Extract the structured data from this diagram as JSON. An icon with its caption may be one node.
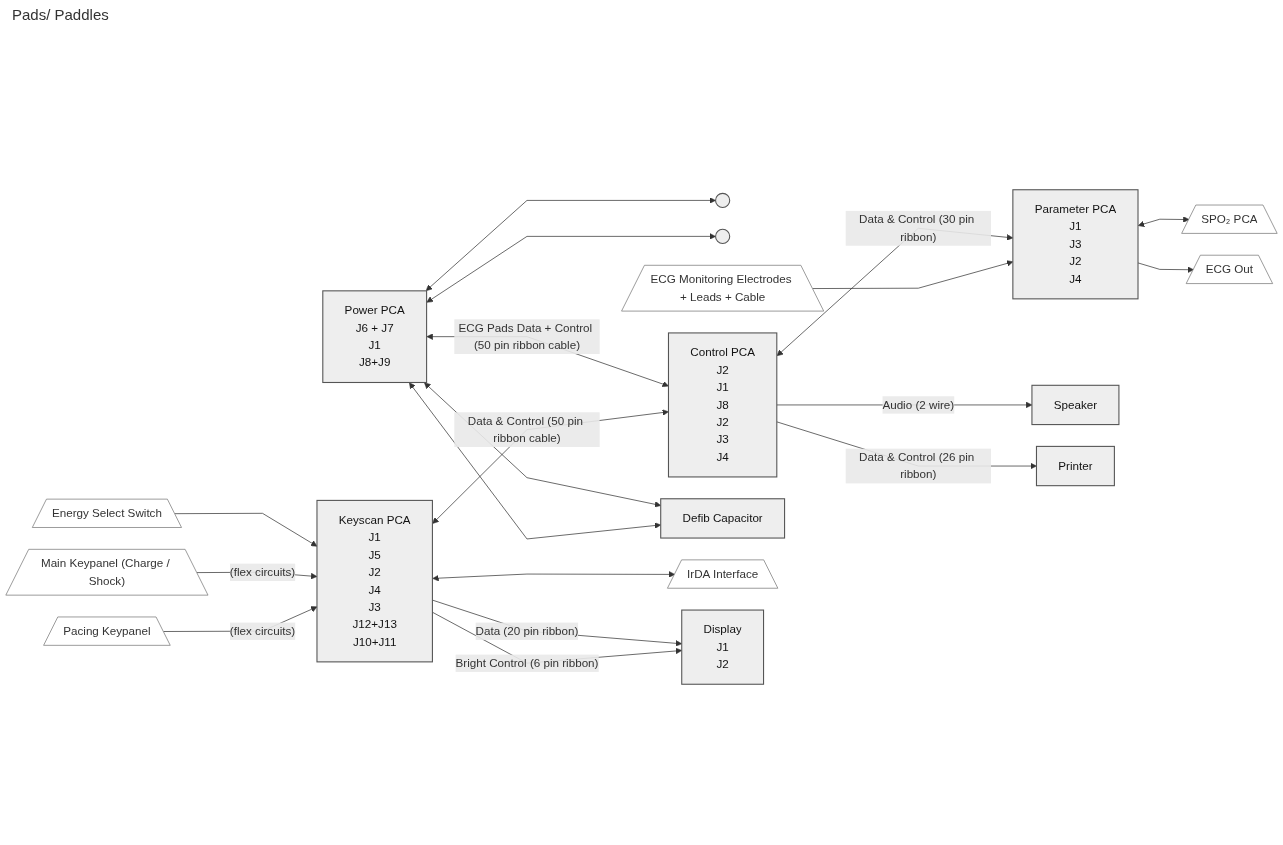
{
  "diagram": {
    "nodes": [
      {
        "text": [],
        "shape": "circle"
      },
      {
        "text": [],
        "shape": "circle"
      },
      {
        "text": [
          "Power PCA",
          "J6 + J7",
          "J1",
          "J8+J9"
        ]
      },
      {
        "text": [
          "Control PCA",
          "J2",
          "J1",
          "J8",
          "J2",
          "J3",
          "J4"
        ]
      },
      {
        "text": [
          "Parameter PCA",
          "J1",
          "J3",
          "J2",
          "J4"
        ]
      },
      {
        "text": [
          "SPO₂ PCA"
        ]
      },
      {
        "text": [
          "ECG Monitoring Electrodes + Leads + Cable"
        ]
      },
      {
        "text": [
          "ECG Out"
        ]
      },
      {
        "text": [
          "Defib Capacitor"
        ]
      },
      {
        "text": [
          "Speaker"
        ]
      },
      {
        "text": [
          "IrDA Interface"
        ]
      },
      {
        "text": [
          "Energy Select Switch"
        ]
      },
      {
        "text": [
          "Keyscan PCA",
          "J1",
          "J5",
          "J2",
          "J4",
          "J3",
          "J12+J13",
          "J10+J11"
        ]
      },
      {
        "text": [
          "Display",
          "J1",
          "J2"
        ]
      },
      {
        "text": [
          "Printer"
        ]
      },
      {
        "text": [
          "Main Keypanel (Charge / Shock)"
        ]
      },
      {
        "text": [
          "Pacing Keypanel"
        ]
      }
    ],
    "edges": [
      {
        "from": 2,
        "to": 0,
        "arrow": "both"
      },
      {
        "from": 2,
        "to": 1,
        "arrow": "both"
      },
      {
        "from": 2,
        "to": 3,
        "arrow": "both",
        "label": "ECG Pads Data + Control (50 pin ribbon cable)"
      },
      {
        "from": 2,
        "to": 8,
        "arrow": "both"
      },
      {
        "from": 2,
        "to": 8,
        "arrow": "both"
      },
      {
        "from": 3,
        "to": 4,
        "arrow": "both",
        "label": "Data & Control (30 pin ribbon)"
      },
      {
        "from": 4,
        "to": 5,
        "arrow": "both"
      },
      {
        "from": 6,
        "to": 4,
        "arrow": "to"
      },
      {
        "from": 4,
        "to": 7,
        "arrow": "to"
      },
      {
        "from": 3,
        "to": 9,
        "arrow": "to",
        "label": "Audio (2 wire)"
      },
      {
        "from": 3,
        "to": 14,
        "arrow": "to",
        "label": "Data & Control (26 pin ribbon)"
      },
      {
        "from": 12,
        "to": 3,
        "arrow": "both",
        "label": "Data & Control (50 pin ribbon cable)"
      },
      {
        "from": 12,
        "to": 10,
        "arrow": "both"
      },
      {
        "from": 11,
        "to": 12,
        "arrow": "to"
      },
      {
        "from": 12,
        "to": 13,
        "arrow": "to",
        "label": "Data (20 pin ribbon)"
      },
      {
        "from": 12,
        "to": 13,
        "arrow": "to",
        "label": "Bright Control (6 pin ribbon)"
      },
      {
        "from": 15,
        "to": 12,
        "arrow": "to",
        "label": "(flex circuits)"
      },
      {
        "from": 16,
        "to": 12,
        "arrow": "to",
        "label": "(flex circuits)"
      }
    ],
    "labels": [
      "Pads/ Paddles"
    ]
  }
}
